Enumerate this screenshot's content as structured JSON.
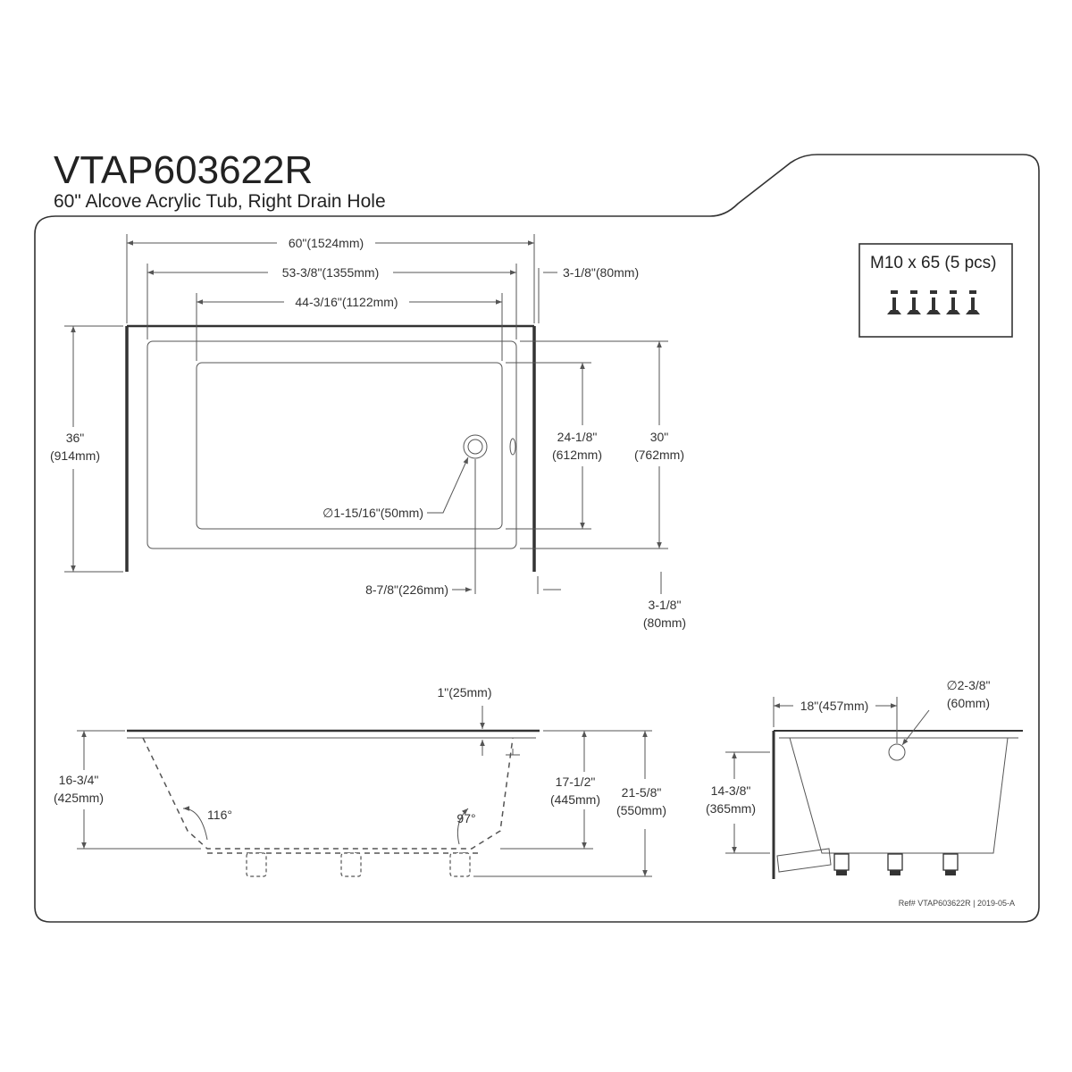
{
  "header": {
    "model": "VTAP603622R",
    "description": "60\" Alcove Acrylic Tub, Right Drain Hole"
  },
  "hardware": {
    "label": "M10 x 65 (5 pcs)"
  },
  "top_view": {
    "overall_length": "60\"(1524mm)",
    "inner_length": "53-3/8\"(1355mm)",
    "floor_length": "44-3/16\"(1122mm)",
    "flange_width": "3-1/8\"(80mm)",
    "overall_width_in": "36\"",
    "overall_width_mm": "(914mm)",
    "floor_width_in": "24-1/8\"",
    "floor_width_mm": "(612mm)",
    "inner_width_in": "30\"",
    "inner_width_mm": "(762mm)",
    "drain_diameter": "∅1-15/16\"(50mm)",
    "drain_offset": "8-7/8\"(226mm)",
    "bottom_flange_in": "3-1/8\"",
    "bottom_flange_mm": "(80mm)"
  },
  "side_view": {
    "rim_thickness": "1\"(25mm)",
    "left_depth_in": "16-3/4\"",
    "left_depth_mm": "(425mm)",
    "angle_left": "116°",
    "angle_right": "97°",
    "inner_depth_in": "17-1/2\"",
    "inner_depth_mm": "(445mm)",
    "overall_height_in": "21-5/8\"",
    "overall_height_mm": "(550mm)"
  },
  "end_view": {
    "overflow_offset": "18\"(457mm)",
    "overflow_diameter_in": "∅2-3/8\"",
    "overflow_diameter_mm": "(60mm)",
    "depth_in": "14-3/8\"",
    "depth_mm": "(365mm)"
  },
  "footer": {
    "reference": "Ref# VTAP603622R | 2019-05-A"
  }
}
